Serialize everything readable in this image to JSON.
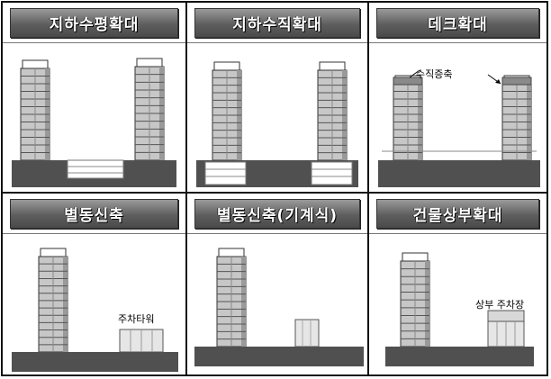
{
  "panels": [
    {
      "title": "지하수평확대"
    },
    {
      "title": "지하수직확대"
    },
    {
      "title": "데크확대",
      "label": "수직증축"
    },
    {
      "title": "별동신축",
      "label": "주차타워"
    },
    {
      "title": "별동신축(기계식)"
    },
    {
      "title": "건물상부확대",
      "label": "상부 주차장"
    }
  ],
  "colors": {
    "ground": "#505050",
    "building": "#c7c7c7",
    "banner": "#6a6a6a",
    "frame": "#111111"
  }
}
